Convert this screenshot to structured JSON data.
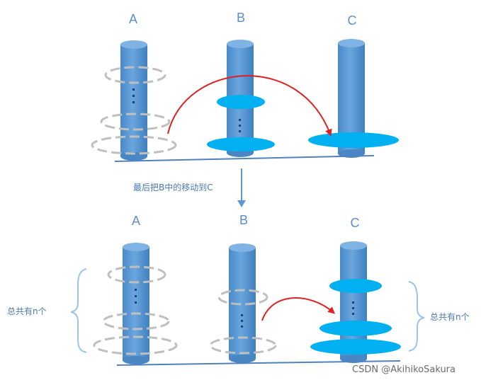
{
  "top": {
    "peg_labels": [
      "A",
      "B",
      "C"
    ]
  },
  "caption": "最后把B中的移动到C",
  "bottom": {
    "peg_labels": [
      "A",
      "B",
      "C"
    ],
    "left_brace_label": "总共有n个",
    "right_brace_label": "总共有n个"
  },
  "watermark": "CSDN @AkihikoSakura",
  "colors": {
    "peg": "#5b9bd5",
    "disk_filled": "#00b0f0",
    "disk_outline": "#bfbfbf",
    "arrow_red": "#e02020",
    "caption_text": "#4a79b0",
    "down_arrow": "#5b9bd5",
    "base_line": "#4f81bd",
    "brace": "#9dc3e6"
  }
}
